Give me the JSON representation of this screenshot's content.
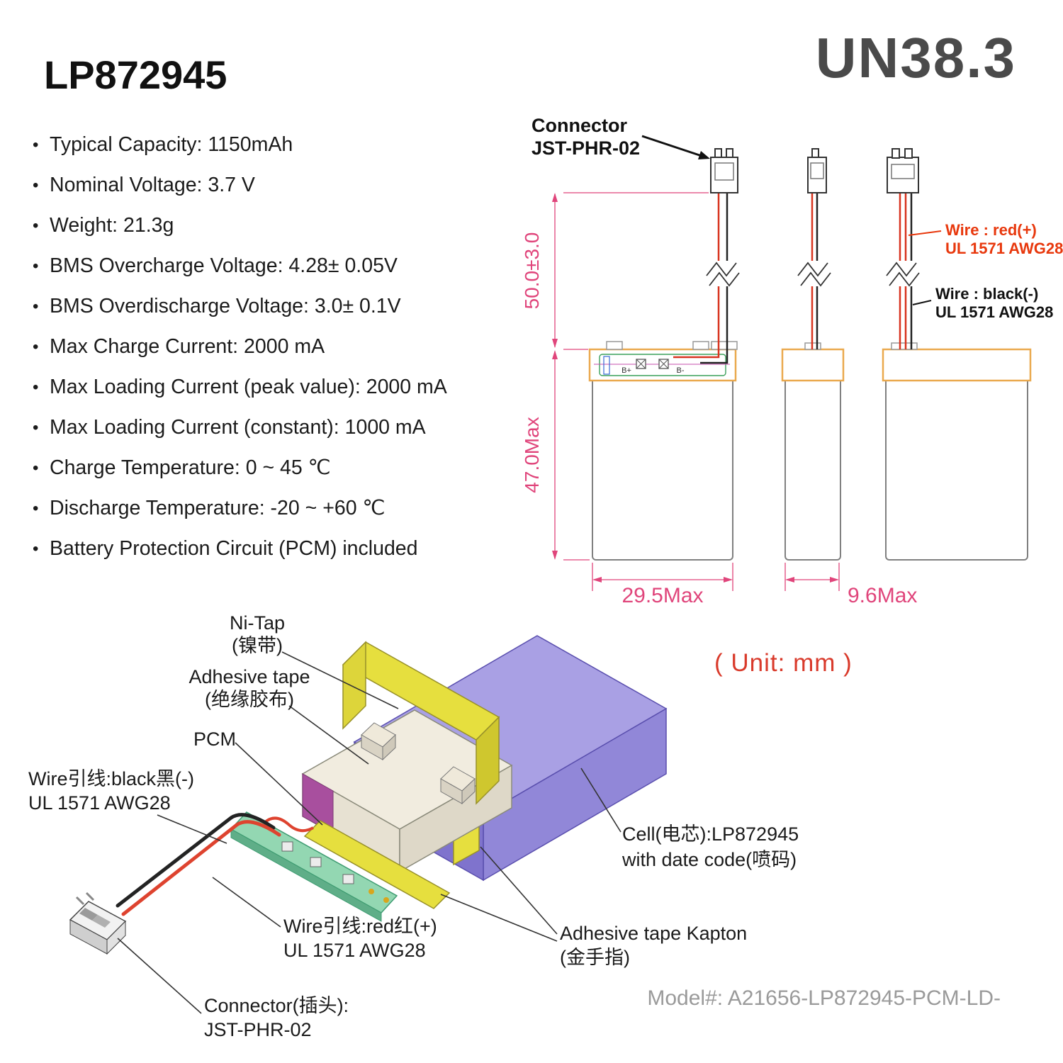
{
  "header": {
    "title": "LP872945",
    "certification": "UN38.3"
  },
  "specs": [
    "Typical Capacity: 1150mAh",
    "Nominal Voltage: 3.7 V",
    "Weight: 21.3g",
    "BMS Overcharge Voltage: 4.28± 0.05V",
    "BMS Overdischarge Voltage: 3.0± 0.1V",
    "Max Charge Current: 2000 mA",
    "Max Loading Current (peak value): 2000 mA",
    "Max Loading Current (constant): 1000 mA",
    "Charge Temperature: 0 ~ 45 ℃",
    "Discharge Temperature: -20 ~ +60 ℃",
    "Battery Protection Circuit (PCM) included"
  ],
  "drawing": {
    "connector_label": [
      "Connector",
      "JST-PHR-02"
    ],
    "wire_red_label": [
      "Wire : red(+)",
      "UL 1571 AWG28"
    ],
    "wire_black_label": [
      "Wire : black(-)",
      "UL 1571 AWG28"
    ],
    "dims": {
      "wire_length": "50.0±3.0",
      "height": "47.0Max",
      "width": "29.5Max",
      "thickness": "9.6Max"
    },
    "pads": [
      "B+",
      "B-"
    ],
    "unit_note": "( Unit: mm )"
  },
  "exploded": {
    "ni_tap_label": [
      "Ni-Tap",
      "(镍带)"
    ],
    "adhesive_tape_label": [
      "Adhesive tape",
      "(绝缘胶布)"
    ],
    "pcm_label": "PCM",
    "wire_black_label": [
      "Wire引线:black黑(-)",
      "UL 1571 AWG28"
    ],
    "wire_red_label": [
      "Wire引线:red红(+)",
      "UL 1571 AWG28"
    ],
    "connector_label": [
      "Connector(插头):",
      "JST-PHR-02"
    ],
    "cell_label": [
      "Cell(电芯):LP872945",
      "with date code(喷码)"
    ],
    "kapton_label": [
      "Adhesive tape Kapton",
      "(金手指)"
    ]
  },
  "footer": {
    "model": "Model#: A21656-LP872945-PCM-LD-"
  },
  "colors": {
    "dimension_pink": "#e0457b",
    "wire_red": "#e8380d",
    "unit_note_red": "#d93a2b",
    "cell_purple": "#9187d8",
    "tape_yellow": "#e6df3e",
    "pcm_green": "#93d7b2",
    "band_orange": "#eaa94e"
  }
}
